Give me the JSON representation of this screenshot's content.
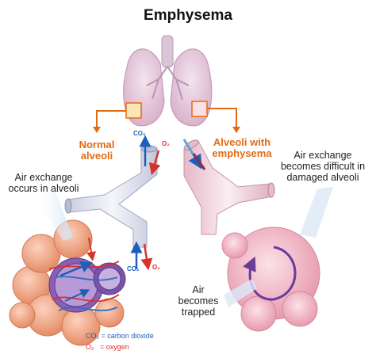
{
  "title": "Emphysema",
  "labels": {
    "normal_alveoli_line1": "Normal",
    "normal_alveoli_line2": "alveoli",
    "alveoli_emphysema_line1": "Alveoli with",
    "alveoli_emphysema_line2": "emphysema",
    "air_exchange_occurs_line1": "Air exchange",
    "air_exchange_occurs_line2": "occurs in alveoli",
    "air_exchange_difficult_line1": "Air exchange",
    "air_exchange_difficult_line2": "becomes difficult in",
    "air_exchange_difficult_line3": "damaged alveoli",
    "air_trapped_line1": "Air",
    "air_trapped_line2": "becomes",
    "air_trapped_line3": "trapped"
  },
  "gas_labels": {
    "co2_top": "CO₂",
    "o2_top": "O₂",
    "co2_bottom": "CO₂",
    "o2_bottom": "O₂"
  },
  "legend": {
    "co2": "CO₂ = carbon dioxide",
    "o2": "O₂   = oxygen"
  },
  "colors": {
    "accent_orange": "#e36b14",
    "co2_blue": "#1f5fb8",
    "o2_red": "#d8322c",
    "lung_pink": "#e8c9da",
    "alveoli_peach": "#f2a98a",
    "damaged_pink": "#f3b9c6"
  }
}
